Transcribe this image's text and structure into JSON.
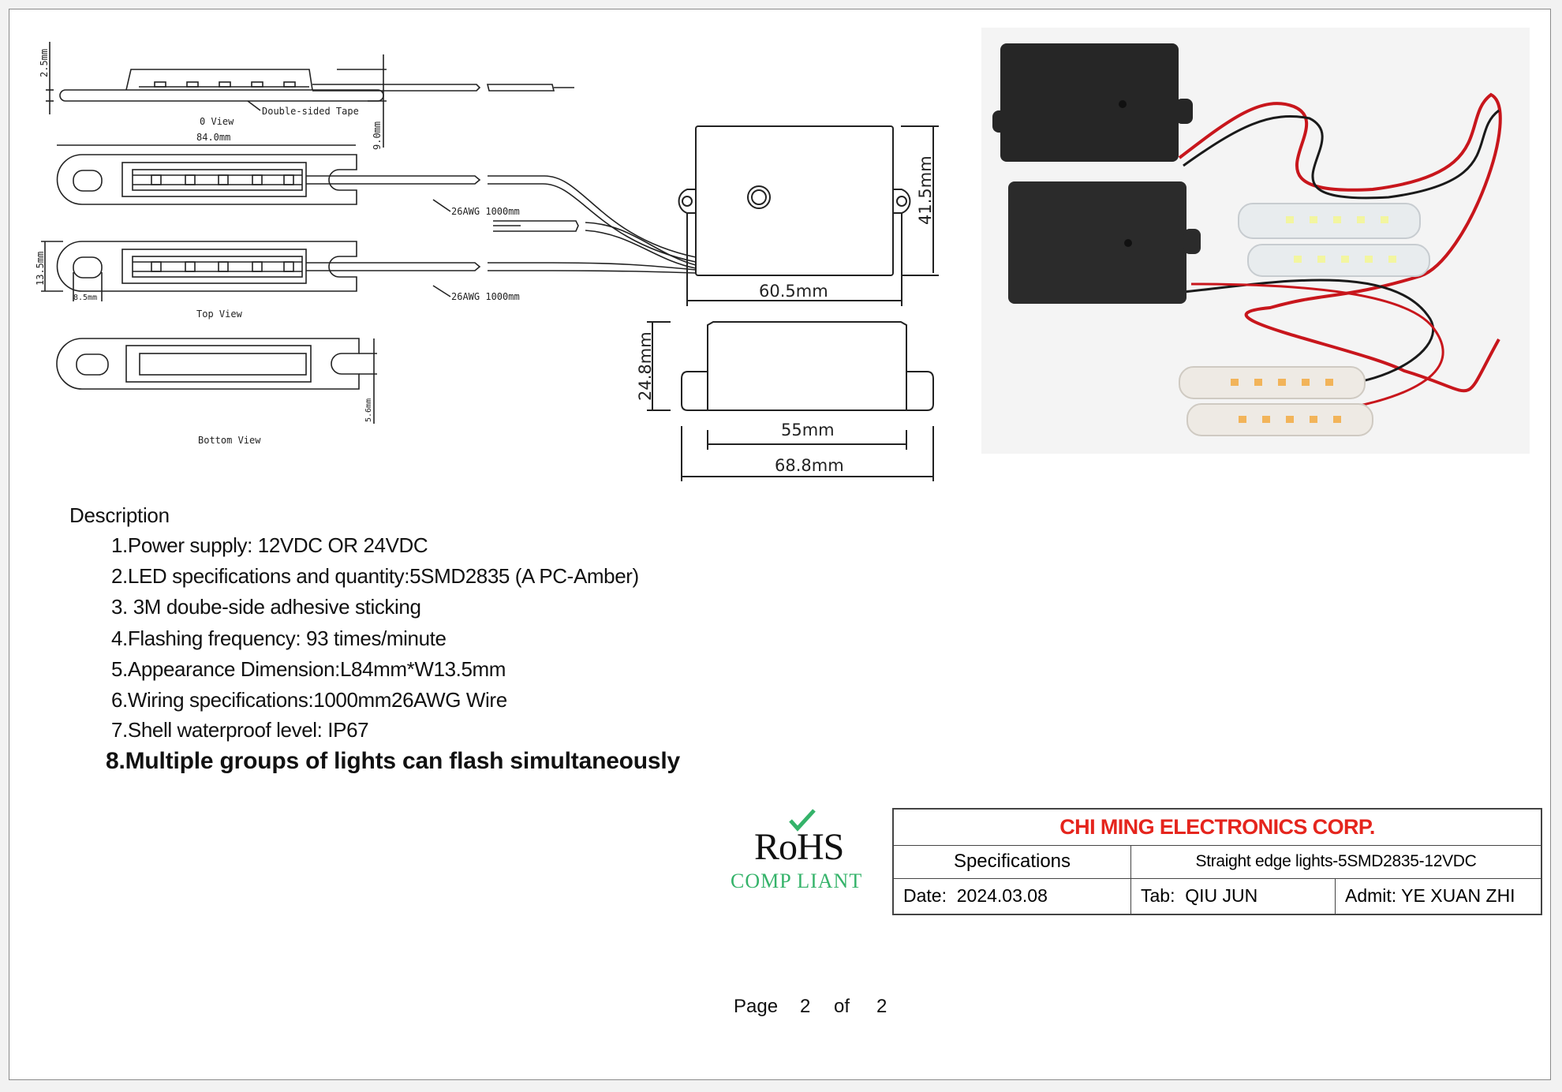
{
  "drawing": {
    "dim_2_5": "2.5mm",
    "dim_9_0": "9.0mm",
    "tape_label": "Double-sided Tape",
    "o_view": "0 View",
    "dim_84": "84.0mm",
    "wire_label_1": "26AWG 1000mm",
    "wire_label_2": "26AWG 1000mm",
    "dim_13_5": "13.5mm",
    "dim_8_5": "8.5mm",
    "top_view": "Top View",
    "dim_5_6": "5.6mm",
    "bottom_view": "Bottom View",
    "dim_41_5": "41.5mm",
    "dim_60_5": "60.5mm",
    "dim_24_8": "24.8mm",
    "dim_55": "55mm",
    "dim_68_8": "68.8mm"
  },
  "description": {
    "title": "Description",
    "items": [
      "1.Power supply: 12VDC OR 24VDC",
      "2.LED specifications and quantity:5SMD2835 (A PC-Amber)",
      "3. 3M doube-side adhesive sticking",
      "4.Flashing frequency: 93 times/minute",
      "5.Appearance Dimension:L84mm*W13.5mm",
      "6.Wiring specifications:1000mm26AWG Wire",
      "7.Shell waterproof level: IP67"
    ],
    "highlight": "8.Multiple groups of lights can flash simultaneously"
  },
  "rohs": {
    "main": "RoHS",
    "sub": "COMP LIANT",
    "color": "#35b36a"
  },
  "spec_table": {
    "company": "CHI MING ELECTRONICS CORP.",
    "company_color": "#e5251d",
    "spec_label": "Specifications",
    "spec_value": "Straight edge lights-5SMD2835-12VDC",
    "date": "Date:  2024.03.08",
    "tab": "Tab:  QIU JUN",
    "admit": "Admit: YE XUAN ZHI"
  },
  "footer": {
    "page_label": "Page",
    "page": "2",
    "of_label": "of",
    "total": "2"
  }
}
